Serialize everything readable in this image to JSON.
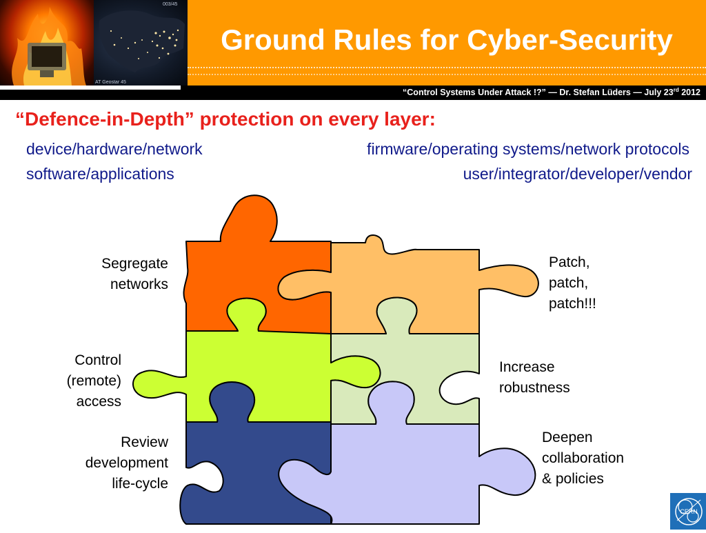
{
  "header": {
    "title": "Ground Rules for Cyber-Security",
    "subtitle_main": "“Control Systems Under Attack !?” — Dr. Stefan Lüders —  July 23",
    "subtitle_sup": "rd",
    "subtitle_year": " 2012"
  },
  "heading": "“Defence-in-Depth” protection on every layer:",
  "layers": [
    "device/hardware/network",
    "firmware/operating systems/network protocols",
    "software/applications",
    "user/integrator/developer/vendor"
  ],
  "puzzle_labels": {
    "segregate": [
      "Segregate",
      "networks"
    ],
    "patch": [
      "Patch,",
      "patch,",
      "patch!!!"
    ],
    "control": [
      "Control",
      "(remote)",
      "access"
    ],
    "robustness": [
      "Increase",
      "robustness"
    ],
    "review": [
      "Review",
      "development",
      "life-cycle"
    ],
    "collaboration": [
      "Deepen",
      "collaboration",
      "& policies"
    ]
  },
  "colors": {
    "header_orange": "#ff9900",
    "heading_red": "#e8211c",
    "layer_blue": "#101a8a",
    "piece_top_left": "#ff6600",
    "piece_top_right": "#ffbf66",
    "piece_mid_left": "#ccff33",
    "piece_mid_right": "#d9eabb",
    "piece_bottom_left": "#334a8c",
    "piece_bottom_right": "#c8c8f8"
  },
  "logo": {
    "text": "CERN"
  }
}
